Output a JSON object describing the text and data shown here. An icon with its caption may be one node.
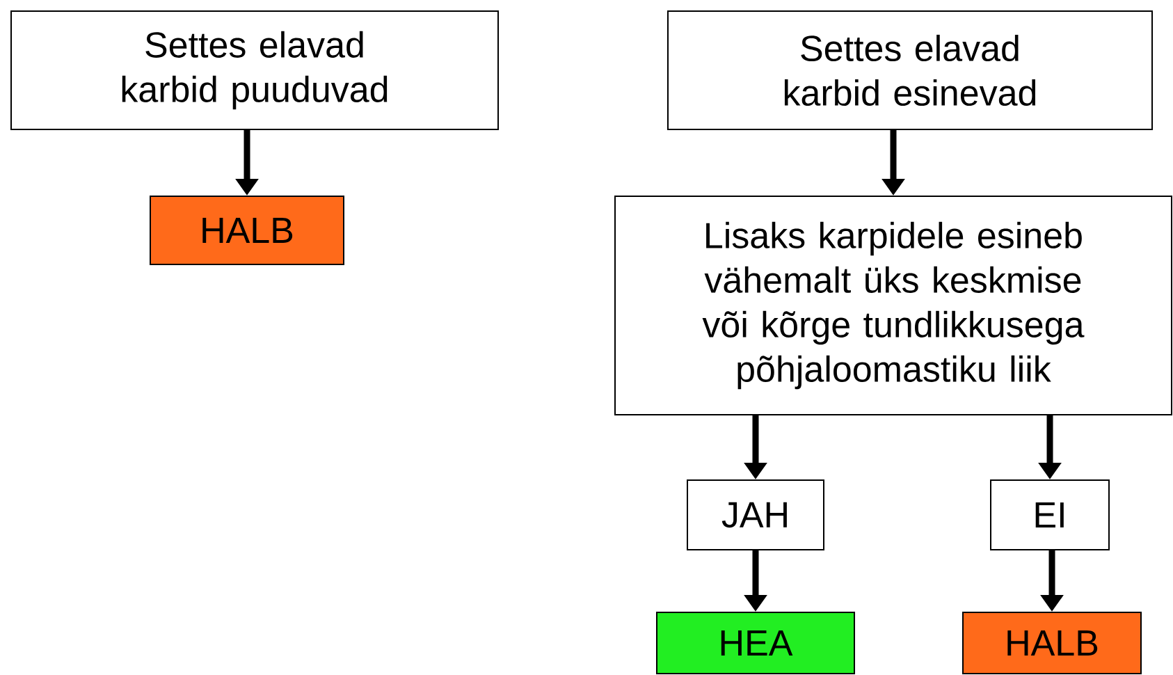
{
  "diagram": {
    "nodes": [
      {
        "text": [
          "Settes elavad karbid puuduvad"
        ]
      },
      {
        "text": [
          "HALB"
        ]
      },
      {
        "text": [
          "Settes elavad karbid esinevad"
        ]
      },
      {
        "text": [
          "Lisaks karpidele esineb vähemalt üks keskmise või kõrge tundlikkusega põhjaloomastiku liik"
        ]
      },
      {
        "text": [
          "JAH"
        ]
      },
      {
        "text": [
          "EI"
        ]
      },
      {
        "text": [
          "HEA"
        ]
      },
      {
        "text": [
          "HALB"
        ]
      }
    ],
    "edges": [
      {
        "from": 0,
        "to": 1,
        "arrow": "to"
      },
      {
        "from": 2,
        "to": 3,
        "arrow": "to"
      },
      {
        "from": 3,
        "to": 4,
        "arrow": "to"
      },
      {
        "from": 3,
        "to": 5,
        "arrow": "to"
      },
      {
        "from": 4,
        "to": 6,
        "arrow": "to"
      },
      {
        "from": 5,
        "to": 7,
        "arrow": "to"
      }
    ]
  }
}
